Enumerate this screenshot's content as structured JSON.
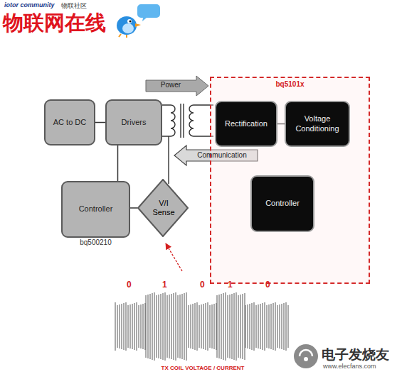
{
  "diagram": {
    "nodes": [
      {
        "text": [
          "AC to DC"
        ]
      },
      {
        "text": [
          "Drivers"
        ]
      },
      {
        "text": [
          "Controller",
          "bq500210"
        ]
      },
      {
        "text": [
          "V/I Sense"
        ]
      },
      {
        "text": [
          "bq5101x"
        ]
      },
      {
        "text": [
          "Rectification"
        ],
        "in": 4
      },
      {
        "text": [
          "Voltage Conditioning"
        ],
        "in": 4
      },
      {
        "text": [
          "Controller"
        ],
        "in": 4
      }
    ],
    "edges": [
      {
        "from": 0,
        "to": 1,
        "arrow": "none"
      },
      {
        "from": 1,
        "to": 2,
        "arrow": "none"
      },
      {
        "from": 2,
        "to": 3,
        "arrow": "none"
      },
      {
        "from": 5,
        "to": 6,
        "arrow": "none"
      }
    ],
    "labels": [
      "iotor community",
      "物联社区",
      "物联网在线",
      "Power",
      "Communication",
      "0",
      "1",
      "0",
      "1",
      "0",
      "TX COIL VOLTAGE / CURRENT",
      "电子发烧友",
      "www.elecfans.com"
    ]
  }
}
